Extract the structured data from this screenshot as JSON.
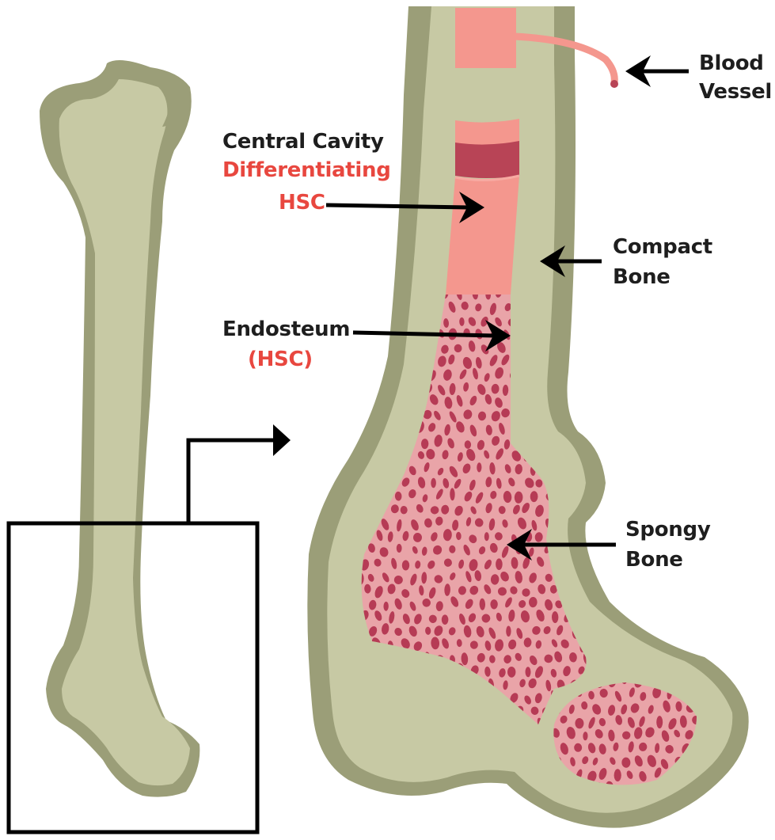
{
  "labels": {
    "blood_vessel_1": "Blood",
    "blood_vessel_2": "Vessel",
    "central_cavity": "Central Cavity",
    "differentiating_1": "Differentiating",
    "differentiating_2": "HSC",
    "compact_1": "Compact",
    "compact_2": "Bone",
    "endosteum": "Endosteum",
    "endosteum_hsc": "(HSC)",
    "spongy_1": "Spongy",
    "spongy_2": "Bone"
  },
  "colors": {
    "bone_outline": "#9b9e78",
    "bone_fill": "#c7c9a4",
    "cavity_light": "#f4978e",
    "cavity_dark": "#b84456",
    "spongy_fill": "#e9a4a8",
    "spongy_dots": "#b63b55",
    "label_black": "#1e1e1e",
    "label_red": "#e8473f"
  }
}
